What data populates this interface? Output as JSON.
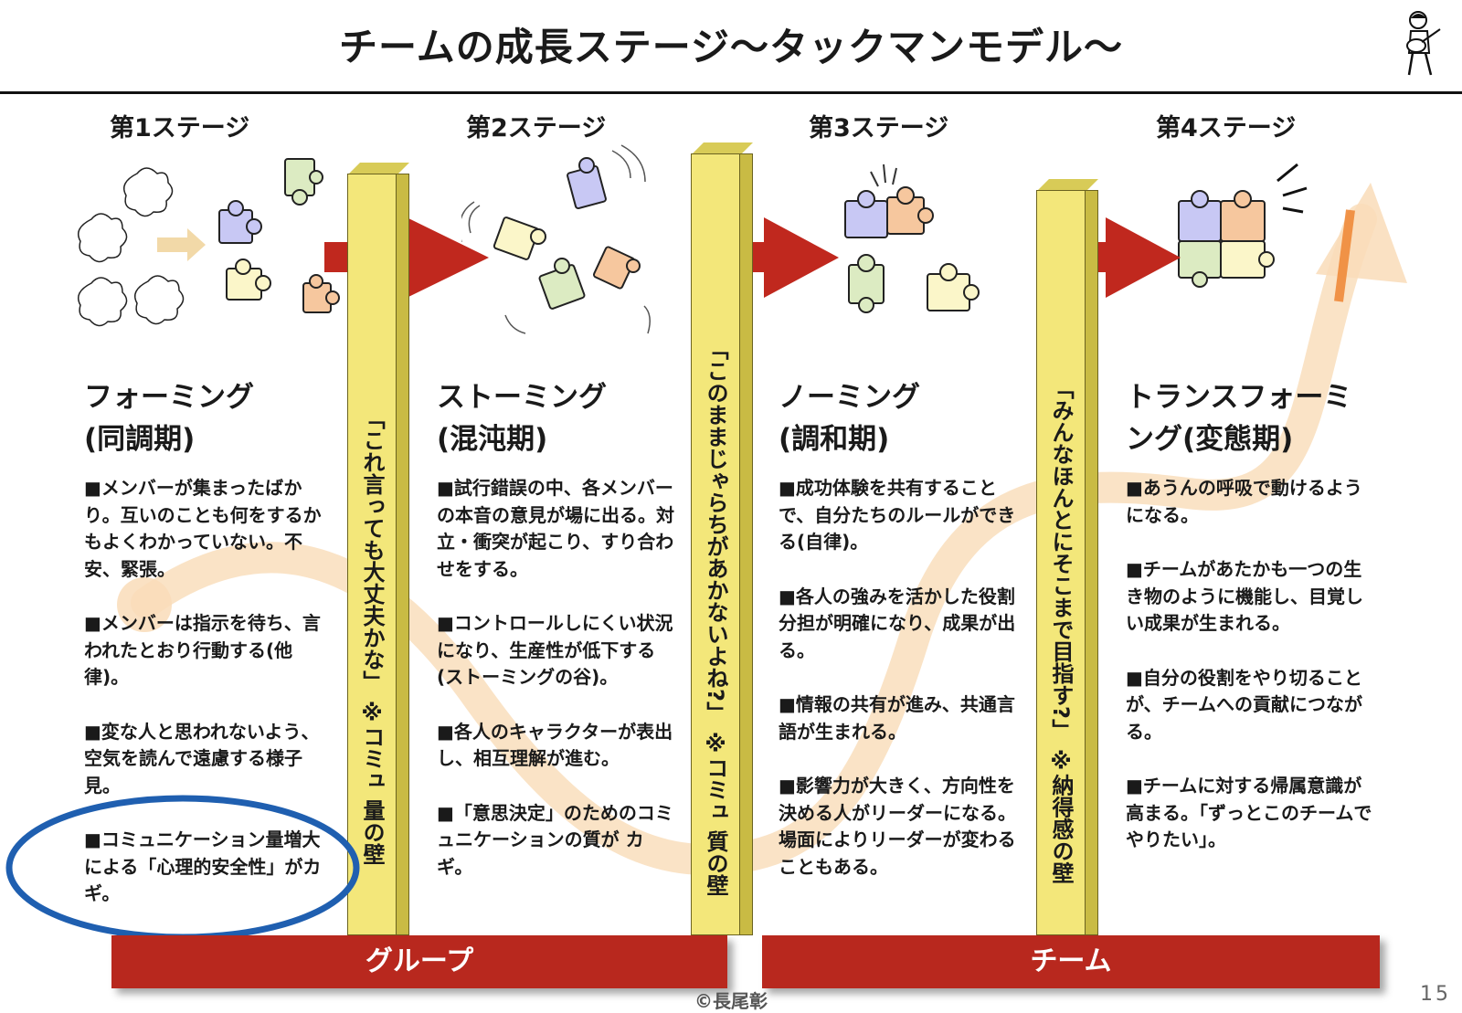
{
  "title": "チームの成長ステージ〜タックマンモデル〜",
  "stages": [
    {
      "label": "第1ステージ",
      "name_line1": "フォーミング",
      "name_line2": "(同調期)",
      "bullets": [
        "■メンバーが集まったばかり。互いのことも何をするかもよくわかっていない。不安、緊張。",
        "■メンバーは指示を待ち、言われたとおり行動する(他律)。",
        "■変な人と思われないよう、空気を読んで遠慮する様子見。",
        "■コミュニケーション量増大による「心理的安全性」がカギ。"
      ]
    },
    {
      "label": "第2ステージ",
      "name_line1": "ストーミング",
      "name_line2": "(混沌期)",
      "bullets": [
        "■試行錯誤の中、各メンバーの本音の意見が場に出る。対立・衝突が起こり、すり合わせをする。",
        "■コントロールしにくい状況になり、生産性が低下する(ストーミングの谷)。",
        "■各人のキャラクターが表出し、相互理解が進む。",
        "■「意思決定」のためのコミュニケーションの質が カギ。"
      ]
    },
    {
      "label": "第3ステージ",
      "name_line1": "ノーミング",
      "name_line2": "(調和期)",
      "bullets": [
        "■成功体験を共有することで、自分たちのルールができる(自律)。",
        "■各人の強みを活かした役割分担が明確になり、成果が出る。",
        "■情報の共有が進み、共通言語が生まれる。",
        "■影響力が大きく、方向性を決める人がリーダーになる。場面によりリーダーが変わることもある。"
      ]
    },
    {
      "label": "第4ステージ",
      "name_line1": "トランスフォーミ",
      "name_line2": "ング(変態期)",
      "bullets": [
        "■あうんの呼吸で動けるようになる。",
        "■チームがあたかも一つの生き物のように機能し、目覚しい成果が生まれる。",
        "■自分の役割をやり切ることが、チームへの貢献につながる。",
        "■チームに対する帰属意識が高まる。「ずっとこのチームでやりたい」。"
      ]
    }
  ],
  "pillars": [
    "「これ言っても大丈夫かな」 ※コミュ 量の壁",
    "「このままじゃらちがあかないよね?」 ※コミュ 質の壁",
    "「みんなほんとにそこまで目指す?」 ※納得感の壁"
  ],
  "bars": {
    "group": "グループ",
    "team": "チーム"
  },
  "copyright": "©長尾彰",
  "page_number": "15",
  "colors": {
    "arrow": "#c0281e",
    "pillar": "#f3e77a",
    "curve": "#f9dcb8",
    "circle": "#1f5fb0",
    "piece_purple": "#c8c8f4",
    "piece_green": "#dcebc2",
    "piece_orange": "#f6c79e",
    "piece_yellow": "#fbf6c9"
  }
}
